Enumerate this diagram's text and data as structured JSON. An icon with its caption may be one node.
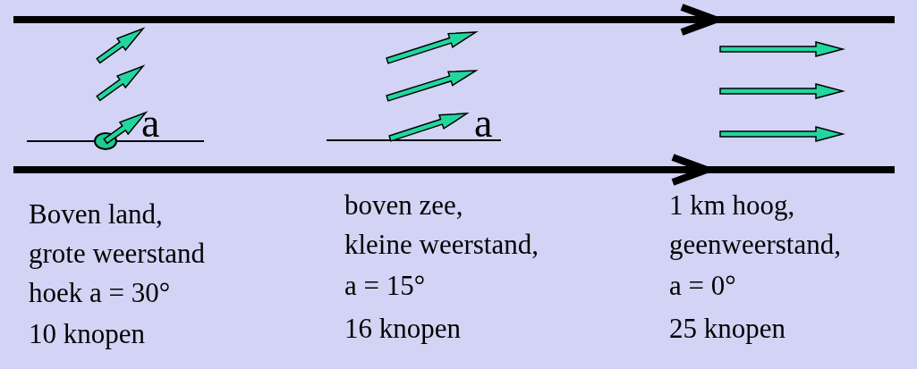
{
  "diagram": {
    "labels": [
      "a",
      "a",
      "Boven land,",
      "grote weerstand",
      "hoek a = 30°",
      "10 knopen",
      "boven zee,",
      "kleine weerstand,",
      "a = 15°",
      "16 knopen",
      "1 km hoog,",
      "geenweerstand,",
      "a = 0°",
      "25 knopen"
    ]
  }
}
